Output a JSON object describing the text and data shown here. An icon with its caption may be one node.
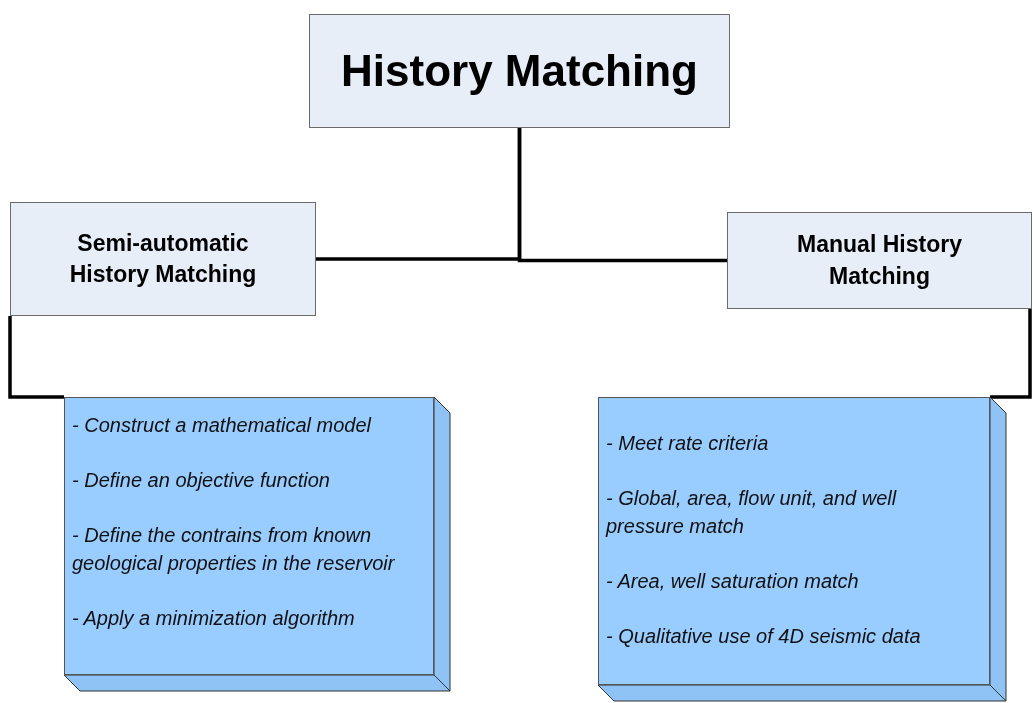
{
  "diagram": {
    "nodes": [
      {
        "text": [
          "History Matching"
        ]
      },
      {
        "text": [
          "Semi-automatic History Matching"
        ]
      },
      {
        "text": [
          "Manual History Matching"
        ]
      },
      {
        "text": [
          "- Construct a mathematical model",
          "- Define an objective function",
          "- Define the contrains from known geological properties in the reservoir",
          "- Apply a minimization algorithm"
        ]
      },
      {
        "text": [
          "- Meet rate criteria",
          "- Global, area, flow unit, and well pressure match",
          "- Area, well saturation match",
          "- Qualitative use of 4D seismic data"
        ]
      }
    ],
    "edges": [
      {
        "from": 0,
        "to": 1,
        "arrow": "none"
      },
      {
        "from": 0,
        "to": 2,
        "arrow": "none"
      },
      {
        "from": 1,
        "to": 3,
        "arrow": "none"
      },
      {
        "from": 2,
        "to": 4,
        "arrow": "none"
      }
    ]
  }
}
